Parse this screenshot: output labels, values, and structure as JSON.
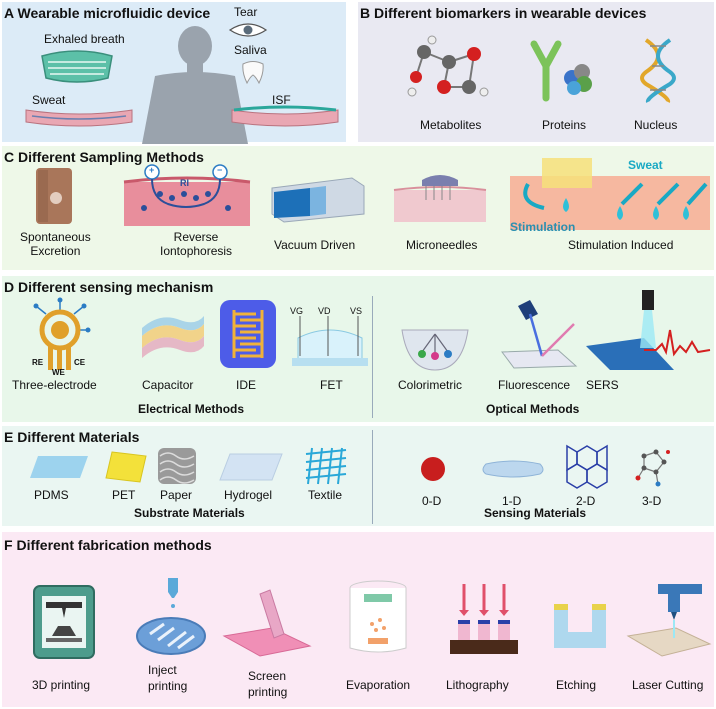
{
  "panelA": {
    "letter": "A",
    "title": "Wearable microfluidic device",
    "labels": {
      "tear": "Tear",
      "exhaled": "Exhaled breath",
      "saliva": "Saliva",
      "sweat": "Sweat",
      "isf": "ISF"
    }
  },
  "panelB": {
    "letter": "B",
    "title": "Different biomarkers in wearable devices",
    "items": [
      "Metabolites",
      "Proteins",
      "Nucleus"
    ]
  },
  "panelC": {
    "letter": "C",
    "title": "Different Sampling Methods",
    "items": [
      "Spontaneous\nExcretion",
      "Reverse\nIontophoresis",
      "Vacuum Driven",
      "Microneedles",
      "Stimulation Induced"
    ],
    "stim_labels": {
      "sweat": "Sweat",
      "stimulation": "Stimulation"
    },
    "ri_labels": {
      "plus": "+",
      "ri": "RI",
      "minus": "−"
    }
  },
  "panelD": {
    "letter": "D",
    "title": "Different sensing mechanism",
    "electrical": [
      "Three-electrode",
      "Capacitor",
      "IDE",
      "FET"
    ],
    "optical": [
      "Colorimetric",
      "Fluorescence",
      "SERS"
    ],
    "electrical_caption": "Electrical Methods",
    "optical_caption": "Optical Methods",
    "electrode_labels": {
      "re": "RE",
      "we": "WE",
      "ce": "CE"
    },
    "fet_labels": {
      "vg": "VG",
      "vd": "VD",
      "vs": "VS"
    }
  },
  "panelE": {
    "letter": "E",
    "title": "Different Materials",
    "substrate": [
      "PDMS",
      "PET",
      "Paper",
      "Hydrogel",
      "Textile"
    ],
    "sensing": [
      "0-D",
      "1-D",
      "2-D",
      "3-D"
    ],
    "substrate_caption": "Substrate Materials",
    "sensing_caption": "Sensing Materials"
  },
  "panelF": {
    "letter": "F",
    "title": "Different fabrication methods",
    "items": [
      "3D printing",
      "Inject\nprinting",
      "Screen\nprinting",
      "Evaporation",
      "Lithography",
      "Etching",
      "Laser Cutting"
    ]
  },
  "colors": {
    "panelA_bg": "#dcebf7",
    "panelB_bg": "#e9e9f2",
    "panelC_bg": "#eef8e8",
    "panelD_bg": "#e8f7ea",
    "panelE_bg": "#eaf6f2",
    "panelF_bg": "#fbe9f4"
  }
}
